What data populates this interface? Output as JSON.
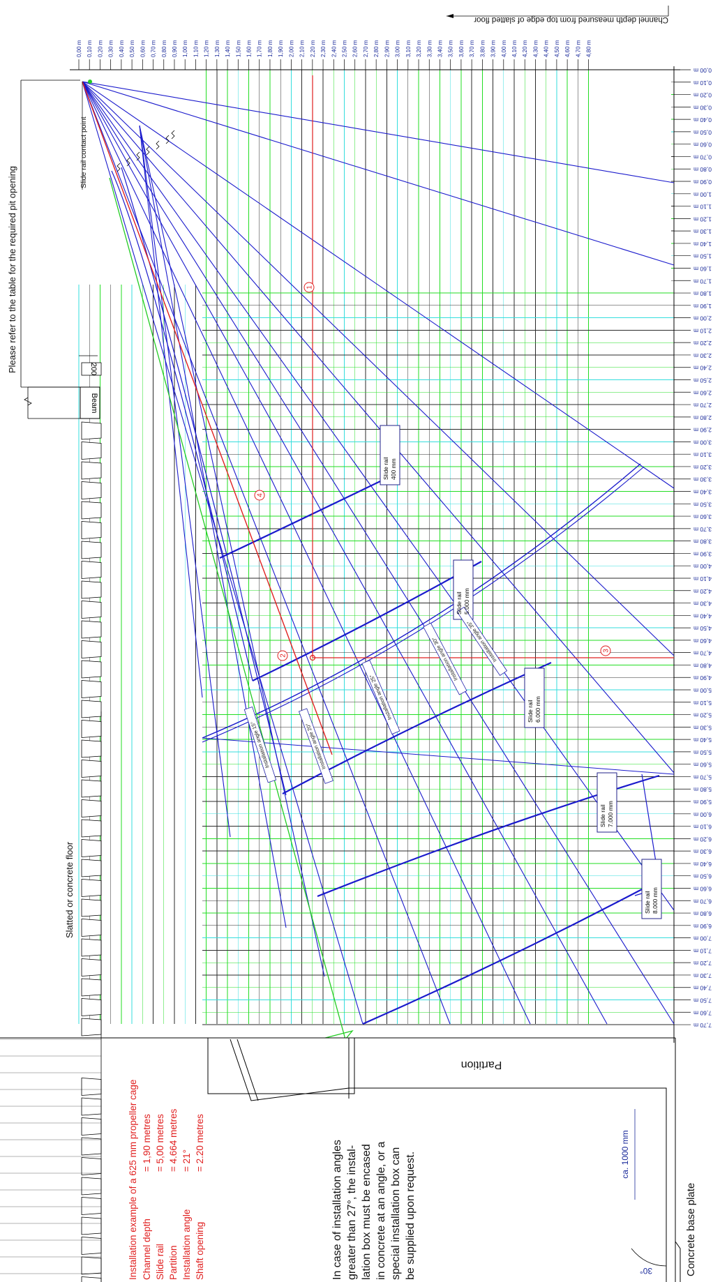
{
  "header": {
    "channel_depth_title": "Channel depth measured from top edge of slatted floor",
    "pit_note": "Please refer to the table for the required pit opening"
  },
  "depth_labels": [
    "0,00 m",
    "0,10 m",
    "0,20 m",
    "0,30 m",
    "0,40 m",
    "0,50 m",
    "0,60 m",
    "0,70 m",
    "0,80 m",
    "0,90 m",
    "1,00 m",
    "1,10 m",
    "1,20 m",
    "1,30 m",
    "1,40 m",
    "1,50 m",
    "1,60 m",
    "1,70 m",
    "1,80 m",
    "1,90 m",
    "2,00 m",
    "2,10 m",
    "2,20 m",
    "2,30 m",
    "2,40 m",
    "2,50 m",
    "2,60 m",
    "2,70 m",
    "2,80 m",
    "2,90 m",
    "3,00 m",
    "3,10 m",
    "3,20 m",
    "3,30 m",
    "3,40 m",
    "3,50 m",
    "3,60 m",
    "3,70 m",
    "3,80 m",
    "3,90 m",
    "4,00 m",
    "4,10 m",
    "4,20 m",
    "4,30 m",
    "4,40 m",
    "4,50 m",
    "4,60 m",
    "4,70 m",
    "4,80 m"
  ],
  "floor_labels": [
    "0,00 m",
    "0,10 m",
    "0,20 m",
    "0,30 m",
    "0,40 m",
    "0,50 m",
    "0,60 m",
    "0,70 m",
    "0,80 m",
    "0,90 m",
    "1,00 m",
    "1,10 m",
    "1,20 m",
    "1,30 m",
    "1,40 m",
    "1,50 m",
    "1,60 m",
    "1,70 m",
    "1,80 m",
    "1,90 m",
    "2,00 m",
    "2,10 m",
    "2,20 m",
    "2,30 m",
    "2,40 m",
    "2,50 m",
    "2,60 m",
    "2,70 m",
    "2,80 m",
    "2,90 m",
    "3,00 m",
    "3,10 m",
    "3,20 m",
    "3,30 m",
    "3,40 m",
    "3,50 m",
    "3,60 m",
    "3,70 m",
    "3,80 m",
    "3,90 m",
    "4,00 m",
    "4,10 m",
    "4,20 m",
    "4,30 m",
    "4,40 m",
    "4,50 m",
    "4,60 m",
    "4,70 m",
    "4,80 m",
    "4,90 m",
    "5,00 m",
    "5,10 m",
    "5,20 m",
    "5,30 m",
    "5,40 m",
    "5,50 m",
    "5,60 m",
    "5,70 m",
    "5,80 m",
    "5,90 m",
    "6,00 m",
    "6,10 m",
    "6,20 m",
    "6,30 m",
    "6,40 m",
    "6,50 m",
    "6,60 m",
    "6,70 m",
    "6,80 m",
    "6,90 m",
    "7,00 m",
    "7,10 m",
    "7,20 m",
    "7,30 m",
    "7,40 m",
    "7,50 m",
    "7,60 m",
    "7,70 m"
  ],
  "labels": {
    "slide_rail_contact": "Slide rail contact point",
    "beam": "Beam",
    "dim_200": "200",
    "floor": "Slatted or concrete floor",
    "partition": "Partition",
    "base_plate": "Concrete base plate",
    "dim_1000": "ca. 1000 mm",
    "angle_30": "30°"
  },
  "rails": [
    {
      "line1": "Slide rail",
      "line2": "400 mm"
    },
    {
      "line1": "Slide rail",
      "line2": "5.000 mm"
    },
    {
      "line1": "Slide rail",
      "line2": "6.000 mm"
    },
    {
      "line1": "Slide rail",
      "line2": "7.000 mm"
    },
    {
      "line1": "Slide rail",
      "line2": "8.000 mm"
    }
  ],
  "angles": [
    "Installation angle 15°",
    "Installation angle 20°",
    "Installation angle 25°",
    "Installation angle 30°",
    "Installation angle 35°"
  ],
  "markers": [
    "1",
    "2",
    "3",
    "4"
  ],
  "example": {
    "title": "Installation example of a 625 mm propeller cage",
    "rows": [
      {
        "k": "Channel depth",
        "v": "= 1,90 metres"
      },
      {
        "k": "Slide rail",
        "v": "= 5,00 metres"
      },
      {
        "k": "Partition",
        "v": "= 4.664 metres"
      },
      {
        "k": "Installation angle",
        "v": "= 21°"
      },
      {
        "k": "Shaft opening",
        "v": "= 2.20 metres"
      }
    ]
  },
  "note": {
    "lines": [
      "In case of installation angles",
      "greater than 27°, the instal-",
      "lation box must be encased",
      "in concrete at an angle, or a",
      "special installation box can",
      "be supplied upon request."
    ]
  },
  "colors": {
    "grid_dark": "#2a2a2a",
    "grid_green": "#22dd22",
    "grid_cyan": "#33dddd",
    "rail": "#1a1acc",
    "example": "#e02020",
    "hatch": "#2222aa"
  }
}
